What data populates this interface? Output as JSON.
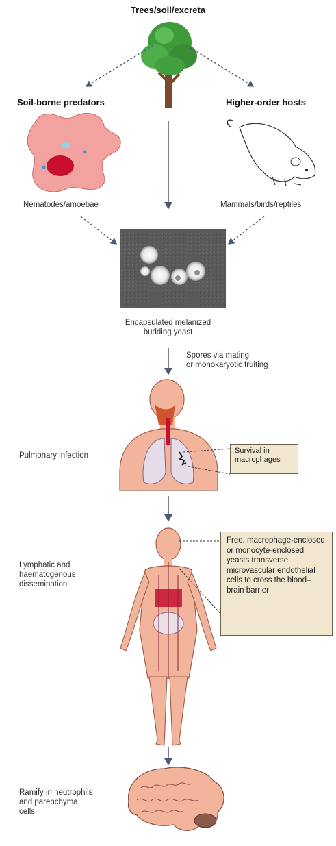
{
  "top_label": "Trees/soil/excreta",
  "left_heading": "Soil-borne predators",
  "right_heading": "Higher-order hosts",
  "left_caption": "Nematodes/amoebae",
  "right_caption": "Mammals/birds/reptiles",
  "yeast_caption_line1": "Encapsulated melanized",
  "yeast_caption_line2": "budding yeast",
  "spores_line1": "Spores via mating",
  "spores_line2": "or monokaryotic fruiting",
  "pulmonary_label": "Pulmonary infection",
  "survival_box_line1": "Survival in",
  "survival_box_line2": "macrophages",
  "dissemination_line1": "Lymphatic and",
  "dissemination_line2": "haematogenous",
  "dissemination_line3": "dissemination",
  "transverse_box": "Free, macrophage-enclosed or monocyte-enclosed yeasts transverse microvascular endothelial cells to cross the blood–brain barrier",
  "ramify_line1": "Ramify in neutrophils",
  "ramify_line2": "and parenchyma",
  "ramify_line3": "cells",
  "icons": [
    "tree-icon",
    "amoeba-icon",
    "mouse-icon",
    "yeast-micrograph",
    "human-lungs-icon",
    "human-body-icon",
    "brain-icon"
  ],
  "colors": {
    "skin": "#f2b49a",
    "skin_outline": "#9c5e4c",
    "callout_box": "#f1e6cf",
    "tree_green": "#3f9b3a",
    "amoeba": "#ef9a9a",
    "nucleus": "#c8102e",
    "arrow": "#4a5b73"
  }
}
